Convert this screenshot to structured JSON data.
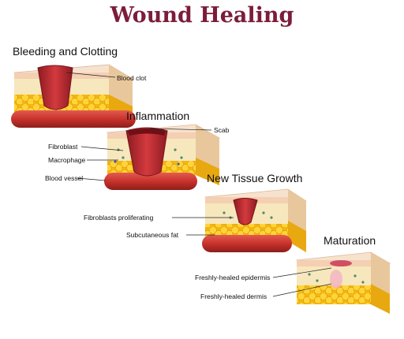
{
  "title": "Wound Healing",
  "stages": [
    {
      "title": "Bleeding and Clotting",
      "labels": [
        "Blood clot"
      ]
    },
    {
      "title": "Inflammation",
      "labels": [
        "Scab",
        "Fibroblast",
        "Macrophage",
        "Blood vessel"
      ]
    },
    {
      "title": "New Tissue Growth",
      "labels": [
        "Fibroblasts proliferating",
        "Subcutaneous fat"
      ]
    },
    {
      "title": "Maturation",
      "labels": [
        "Freshly-healed epidermis",
        "Freshly-healed dermis"
      ]
    }
  ],
  "colors": {
    "title": "#7b1d3a",
    "skin_top": "#f4d9c2",
    "dermis": "#f6e3b4",
    "fat": "#f5c21a",
    "vessel": "#c8322c",
    "wound": "#b8282e",
    "side": "#e8c9a4"
  }
}
